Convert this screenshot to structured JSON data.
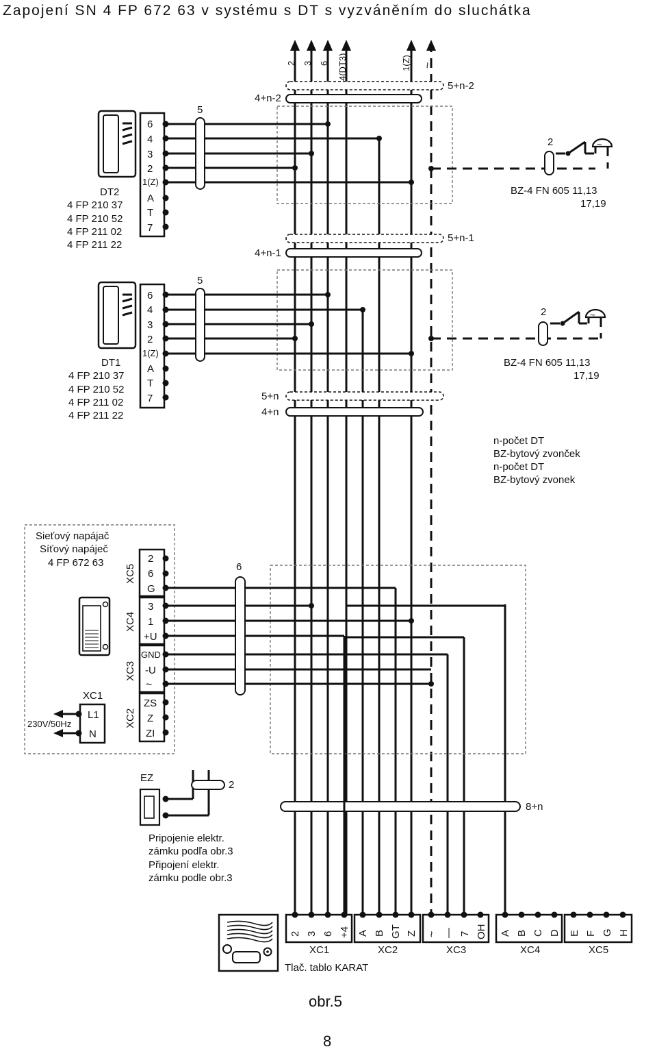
{
  "title": "Zapojení SN  4 FP 672 63 v systému s DT s vyzváněním do sluchátka",
  "riser": {
    "top_labels": [
      "2",
      "3",
      "6",
      "4(DT3)",
      "1(Z)",
      "~"
    ],
    "bundles": [
      "4+n-2",
      "5+n-2",
      "4+n-1",
      "5+n-1",
      "5+n",
      "4+n",
      "8+n"
    ]
  },
  "phones": [
    {
      "id": "DT2",
      "models": [
        "4 FP 210 37",
        "4 FP 210 52",
        "4 FP 211 02",
        "4 FP 211 22"
      ],
      "terminals": [
        "6",
        "4",
        "3",
        "2",
        "1(Z)",
        "A",
        "T",
        "7"
      ],
      "bundle_label": "5",
      "bell_count": "2",
      "bell_model": [
        "BZ-4 FN 605 11,13",
        "17,19"
      ]
    },
    {
      "id": "DT1",
      "models": [
        "4 FP 210 37",
        "4 FP 210 52",
        "4 FP 211 02",
        "4 FP 211 22"
      ],
      "terminals": [
        "6",
        "4",
        "3",
        "2",
        "1(Z)",
        "A",
        "T",
        "7"
      ],
      "bundle_label": "5",
      "bell_count": "2",
      "bell_model": [
        "BZ-4 FN 605 11,13",
        "17,19"
      ]
    }
  ],
  "legend": [
    "n-počet DT",
    "BZ-bytový zvonček",
    "n-počet DT",
    "BZ-bytový zvonek"
  ],
  "power_supply": {
    "title": [
      "Sieťový napájač",
      "Síťový napáječ",
      "4 FP 672 63"
    ],
    "groups": [
      {
        "name": "XC5",
        "terminals": [
          "2",
          "6",
          "G"
        ]
      },
      {
        "name": "XC4",
        "terminals": [
          "3",
          "1",
          "+U"
        ]
      },
      {
        "name": "XC3",
        "terminals": [
          "GND",
          "-U",
          "~"
        ]
      },
      {
        "name": "XC2",
        "terminals": [
          "ZS",
          "Z",
          "ZI"
        ]
      }
    ],
    "bundle_label": "6",
    "mains": {
      "name": "XC1",
      "terminals": [
        "L1",
        "N"
      ],
      "voltage": "230V/50Hz"
    }
  },
  "lock": {
    "name": "EZ",
    "bundle_label": "2",
    "note": [
      "Pripojenie elektr.",
      "zámku podľa obr.3",
      "Připojení elektr.",
      "zámku podle obr.3"
    ]
  },
  "panel": {
    "name": "Tlač. tablo KARAT",
    "groups": [
      {
        "name": "XC1",
        "terminals": [
          "2",
          "3",
          "6",
          "+4"
        ]
      },
      {
        "name": "XC2",
        "terminals": [
          "A",
          "B",
          "GT",
          "Z"
        ]
      },
      {
        "name": "XC3",
        "terminals": [
          "~",
          "—",
          "7",
          "OH"
        ]
      },
      {
        "name": "XC4",
        "terminals": [
          "A",
          "B",
          "C",
          "D"
        ]
      },
      {
        "name": "XC5",
        "terminals": [
          "E",
          "F",
          "G",
          "H"
        ]
      }
    ]
  },
  "figure_caption": "obr.5",
  "page_number": "8"
}
